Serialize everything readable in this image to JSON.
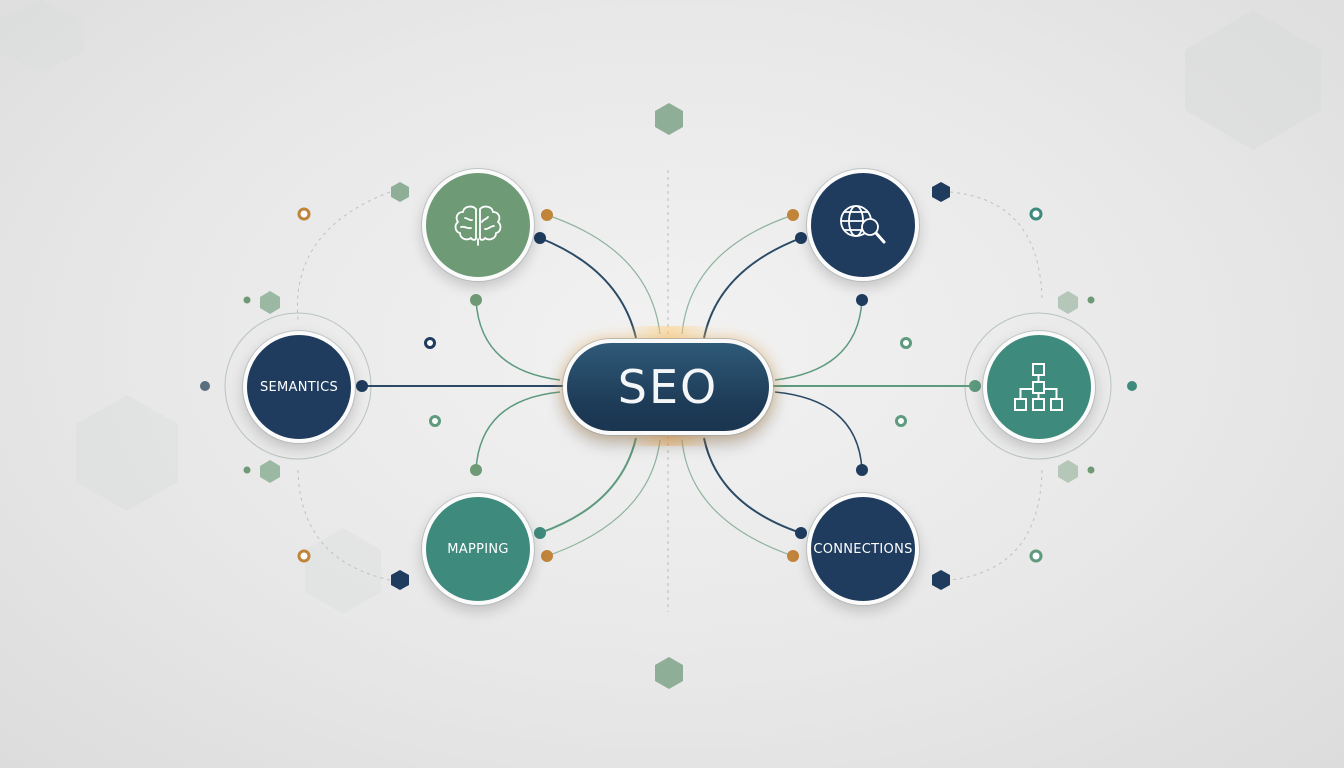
{
  "hub": {
    "label": "SEO"
  },
  "nodes": {
    "semantics": {
      "label": "SEMANTICS"
    },
    "mapping": {
      "label": "MAPPING"
    },
    "connections": {
      "label": "CONNECTIONS"
    },
    "brain": {
      "icon": "brain-icon"
    },
    "search": {
      "icon": "globe-search-icon"
    },
    "hierarchy": {
      "icon": "hierarchy-icon"
    }
  },
  "colors": {
    "navy": "#1f3c5e",
    "green_sage": "#6f9a76",
    "teal": "#3e8a7c",
    "orange_dot": "#c0843a",
    "line_navy": "#2a4a66",
    "line_green": "#5e9a7e"
  }
}
